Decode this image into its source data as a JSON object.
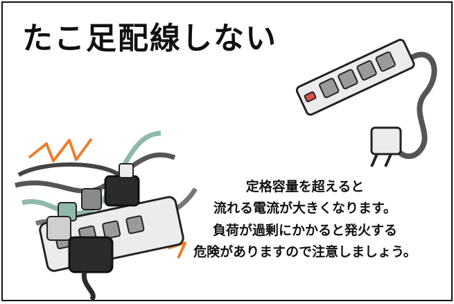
{
  "title": "たこ足配線しない",
  "message": {
    "line1": "定格容量を超えると",
    "line2": "流れる電流が大きくなります。",
    "line3": "負荷が過剰にかかると発火する",
    "line4": "危険がありますので注意しましょう。"
  },
  "colors": {
    "outlet_body": "#ececec",
    "cable": "#555555",
    "switch": "#d9534f",
    "warning_spark": "#f07c2a",
    "plug_dark": "#2b2b2b",
    "plug_green": "#8fb9a8"
  },
  "icons": [
    "power-strip-illustration",
    "overloaded-outlet-illustration",
    "spark-icon"
  ]
}
